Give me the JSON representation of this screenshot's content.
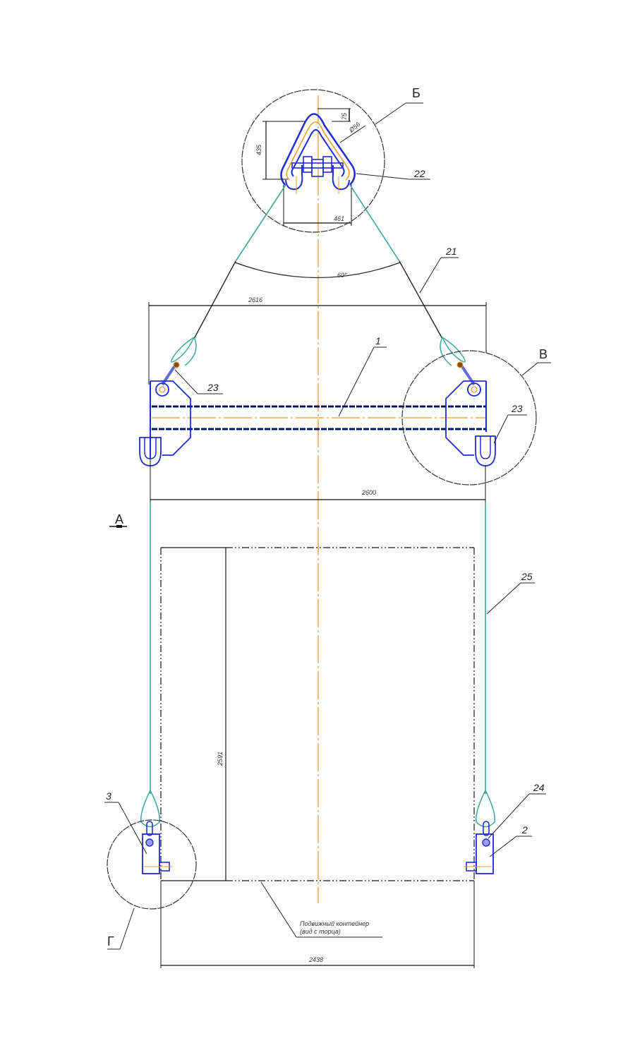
{
  "drawing": {
    "type": "engineering-drawing",
    "subject": "lifting traverse with slings for container",
    "colors": {
      "outline": "#1a1a1a",
      "part_blue": "#1f2bd6",
      "beam_navy": "#0b0f6b",
      "centerline": "#f0962a",
      "cable": "#3aa79a",
      "detail_circle": "#333333"
    }
  },
  "views": {
    "detail_b": "Б",
    "detail_v": "В",
    "detail_g": "Г",
    "section_a": "А"
  },
  "dimensions": {
    "top_small": "75",
    "rod_dia": "Ø56",
    "shackle_height": "435",
    "shackle_width": "461",
    "angle": "60°",
    "traverse_top": "2616",
    "traverse_bottom": "2600",
    "container_height": "2591",
    "container_width": "2438"
  },
  "callouts": {
    "beam": "1",
    "grip_right": "2",
    "grip_left": "3",
    "sling_upper": "21",
    "ring": "22",
    "shackle_left": "23",
    "shackle_right": "23",
    "thimble": "24",
    "sling_lower": "25"
  },
  "note": {
    "line1": "Подвижный контейнер",
    "line2": "(вид с торца)"
  }
}
